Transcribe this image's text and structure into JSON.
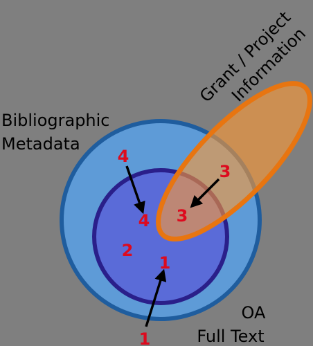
{
  "diagram": {
    "labels": {
      "bibliographic_line1": "Bibliographic",
      "bibliographic_line2": "Metadata",
      "grant_line1": "Grant / Project",
      "grant_line2": "Information",
      "oa_line1": "OA",
      "oa_line2": "Full Text"
    },
    "numbers": {
      "four_outer": "4",
      "four_inner": "4",
      "two": "2",
      "one_inner": "1",
      "one_outer": "1",
      "three_outer": "3",
      "three_inner": "3"
    },
    "colors": {
      "background": "#7f7f7f",
      "outer_circle_fill": "#5e9bd7",
      "outer_circle_stroke": "#1f5d9e",
      "inner_circle_fill": "#5a6bd8",
      "inner_circle_stroke": "#2a1f8a",
      "ellipse_fill": "#ff9933",
      "ellipse_stroke": "#e87510",
      "number_color": "#dd0a1e",
      "arrow_color": "#000000"
    }
  }
}
